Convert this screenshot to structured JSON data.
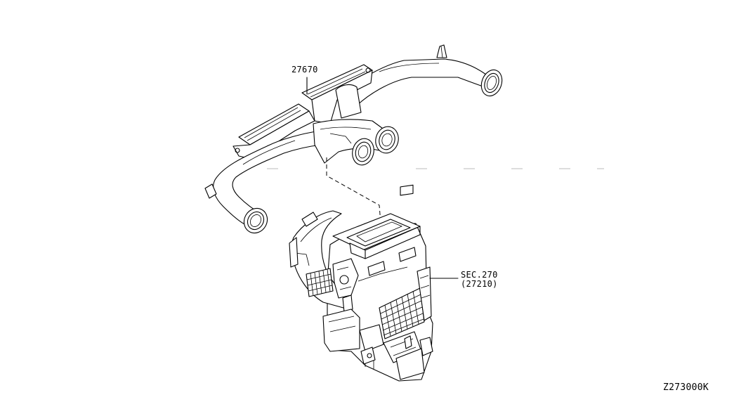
{
  "labels": {
    "part_number": "27670",
    "section_ref": "SEC.270",
    "section_sub": "(27210)",
    "diagram_code": "Z273000K"
  },
  "colors": {
    "line": "#000000",
    "background": "#ffffff"
  }
}
